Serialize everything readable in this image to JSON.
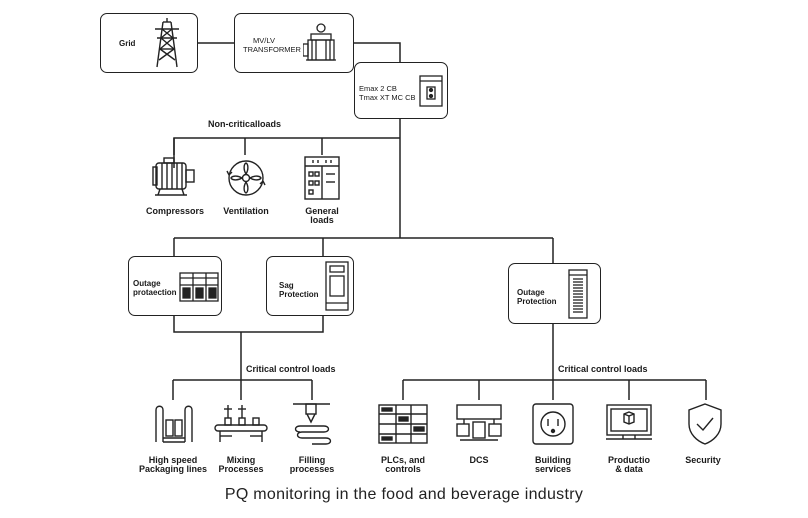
{
  "title": "PQ monitoring in the food and beverage industry",
  "supply": {
    "grid": "Grid",
    "transformer": [
      "MV/LV",
      "TRANSFORMER"
    ],
    "breaker": [
      "Emax 2 CB",
      "Tmax XT MC CB"
    ]
  },
  "non_critical": {
    "label": "Non-criticalloads",
    "items": [
      {
        "label": [
          "Compressors"
        ],
        "icon": "compressor-icon"
      },
      {
        "label": [
          "Ventilation"
        ],
        "icon": "fan-icon"
      },
      {
        "label": [
          "General",
          "loads"
        ],
        "icon": "panel-icon"
      }
    ]
  },
  "protection": [
    {
      "label": [
        "Outage",
        "protaection"
      ],
      "icon": "ups-cabinet-icon"
    },
    {
      "label": [
        "Sag",
        "Protection"
      ],
      "icon": "sag-cabinet-icon"
    },
    {
      "label": [
        "Outage",
        "Protection"
      ],
      "icon": "tall-cabinet-icon"
    }
  ],
  "critical_left": {
    "label": "Critical control loads",
    "items": [
      {
        "label": [
          "High speed",
          "Packaging lines"
        ],
        "icon": "packaging-icon"
      },
      {
        "label": [
          "Mixing",
          "Processes"
        ],
        "icon": "mixing-icon"
      },
      {
        "label": [
          "Filling",
          "processes"
        ],
        "icon": "filling-icon"
      }
    ]
  },
  "critical_right": {
    "label": "Critical control loads",
    "items": [
      {
        "label": [
          "PLCs, and",
          "controls"
        ],
        "icon": "plc-icon"
      },
      {
        "label": [
          "DCS"
        ],
        "icon": "dcs-icon"
      },
      {
        "label": [
          "Building",
          "services"
        ],
        "icon": "socket-icon"
      },
      {
        "label": [
          "Productio",
          "& data"
        ],
        "icon": "monitor-icon"
      },
      {
        "label": [
          "Security"
        ],
        "icon": "shield-icon"
      }
    ]
  }
}
